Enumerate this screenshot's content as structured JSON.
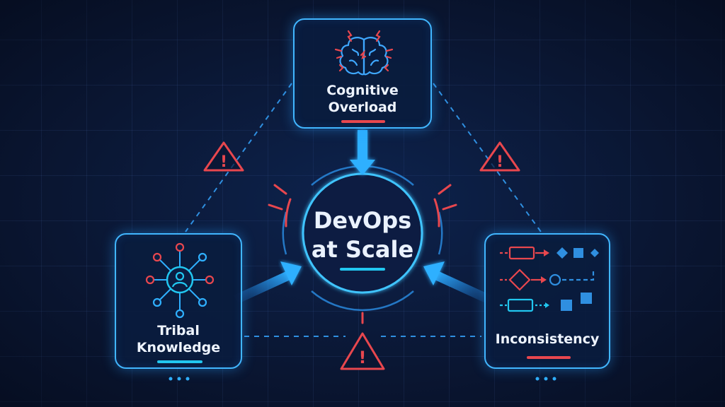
{
  "center": {
    "title_line1": "DevOps",
    "title_line2": "at Scale"
  },
  "nodes": {
    "top": {
      "label_line1": "Cognitive",
      "label_line2": "Overload",
      "icon": "brain-icon",
      "underline_color": "#e8474e"
    },
    "left": {
      "label_line1": "Tribal",
      "label_line2": "Knowledge",
      "icon": "network-person-icon",
      "underline_color": "#21c7f0"
    },
    "right": {
      "label": "Inconsistency",
      "icon": "inconsistent-flow-icon",
      "underline_color": "#e8474e"
    }
  },
  "warnings": {
    "count": 3,
    "icon": "warning-triangle-icon",
    "color": "#e8474e"
  },
  "colors": {
    "accent": "#41b6ff",
    "cyan": "#21c7f0",
    "alert": "#e8474e",
    "background": "#0a1632"
  }
}
